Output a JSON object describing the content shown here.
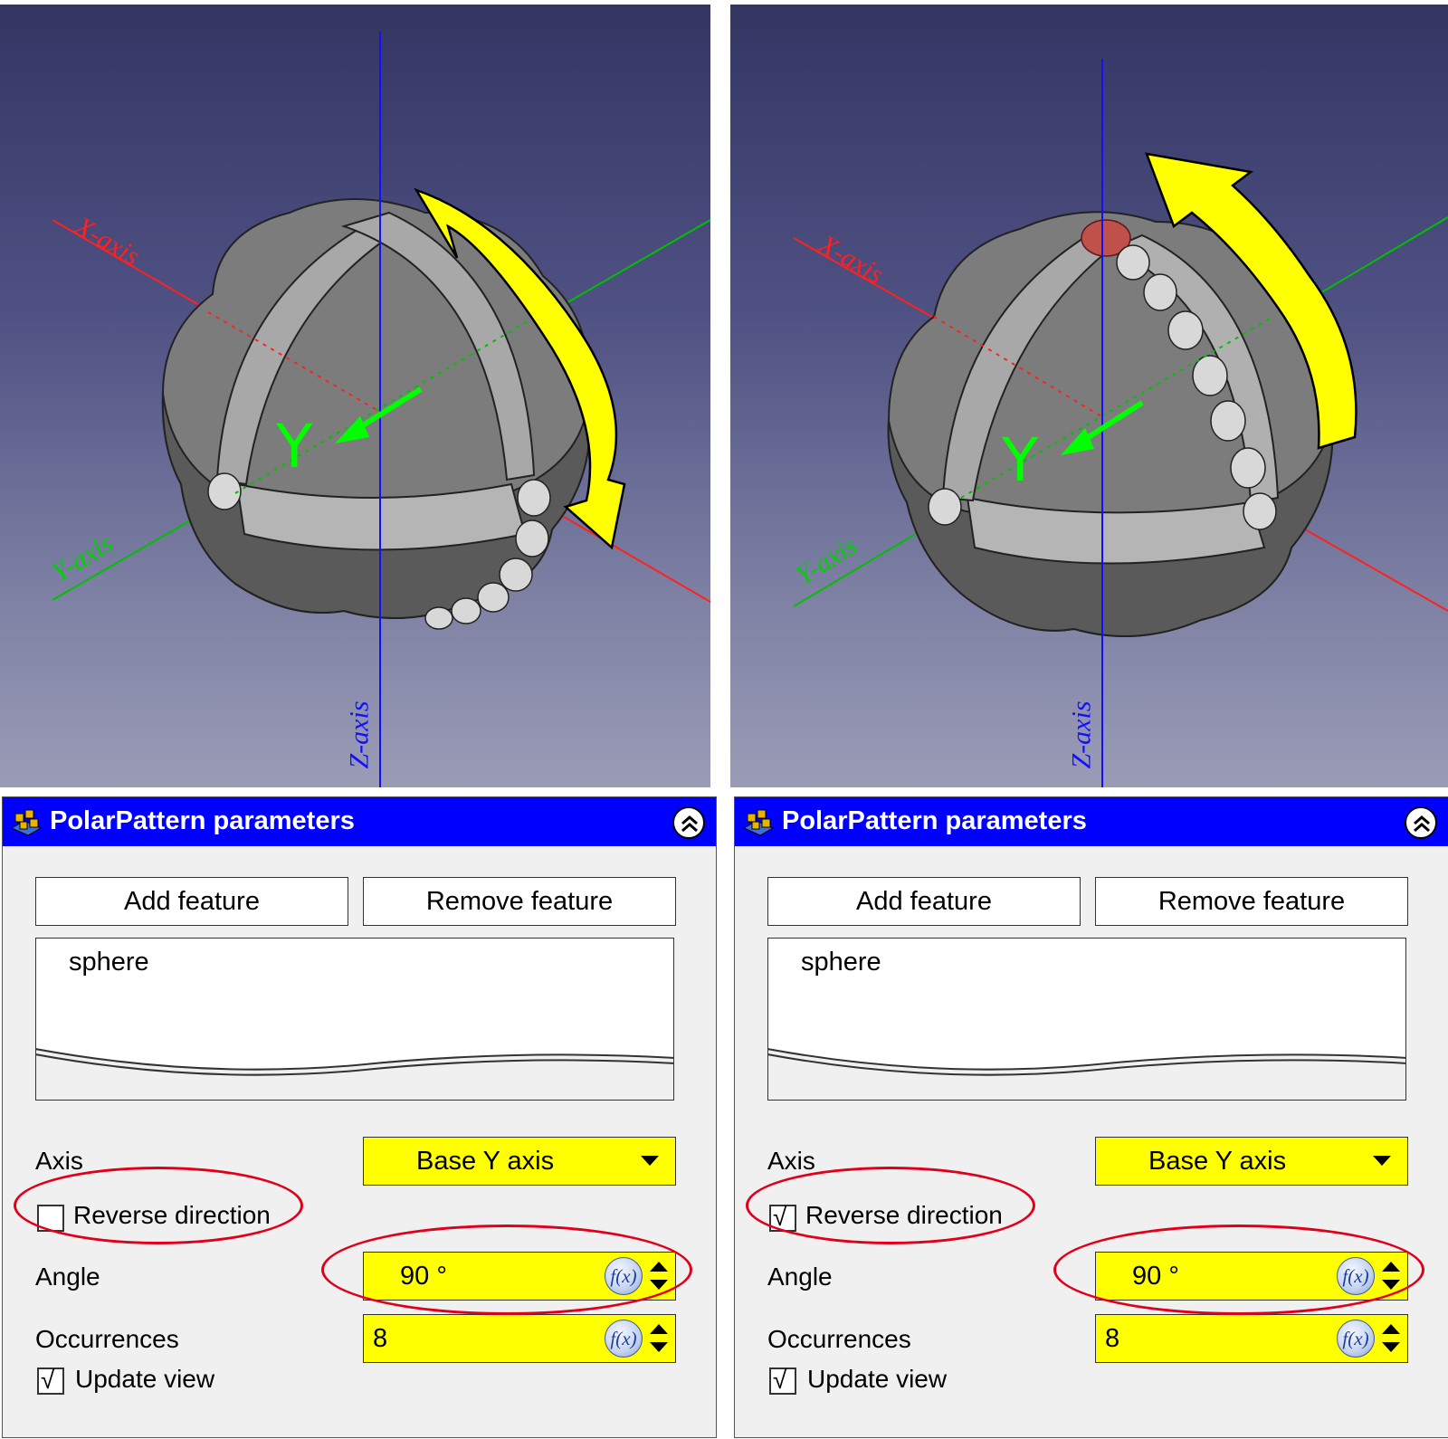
{
  "views": [
    {
      "axis_labels": {
        "x": "X-axis",
        "y": "Y-axis",
        "z": "Z-axis"
      },
      "direction_letter": "Y",
      "arrow_direction": "clockwise"
    },
    {
      "axis_labels": {
        "x": "X-axis",
        "y": "Y-axis",
        "z": "Z-axis"
      },
      "direction_letter": "Y",
      "arrow_direction": "counter-clockwise"
    }
  ],
  "panels": [
    {
      "title": "PolarPattern parameters",
      "add_feature_label": "Add feature",
      "remove_feature_label": "Remove feature",
      "features": [
        "sphere"
      ],
      "axis_label": "Axis",
      "axis_value": "Base Y axis",
      "reverse_label": "Reverse direction",
      "reverse_checked": false,
      "reverse_mark": "",
      "angle_label": "Angle",
      "angle_value": "90 °",
      "occurrences_label": "Occurrences",
      "occurrences_value": "8",
      "update_label": "Update view",
      "update_checked": true,
      "update_mark": "√",
      "fx_label": "f(x)"
    },
    {
      "title": "PolarPattern parameters",
      "add_feature_label": "Add feature",
      "remove_feature_label": "Remove feature",
      "features": [
        "sphere"
      ],
      "axis_label": "Axis",
      "axis_value": "Base Y axis",
      "reverse_label": "Reverse direction",
      "reverse_checked": true,
      "reverse_mark": "√",
      "angle_label": "Angle",
      "angle_value": "90 °",
      "occurrences_label": "Occurrences",
      "occurrences_value": "8",
      "update_label": "Update view",
      "update_checked": true,
      "update_mark": "√",
      "fx_label": "f(x)"
    }
  ],
  "colors": {
    "panel_title_bar": "#0000ff",
    "field_highlight": "#ffff00",
    "annotation_ellipse": "#e0001a",
    "arrow": "#ffff00",
    "x_axis": "#ff0000",
    "y_axis": "#00c000",
    "z_axis": "#0000ff"
  }
}
